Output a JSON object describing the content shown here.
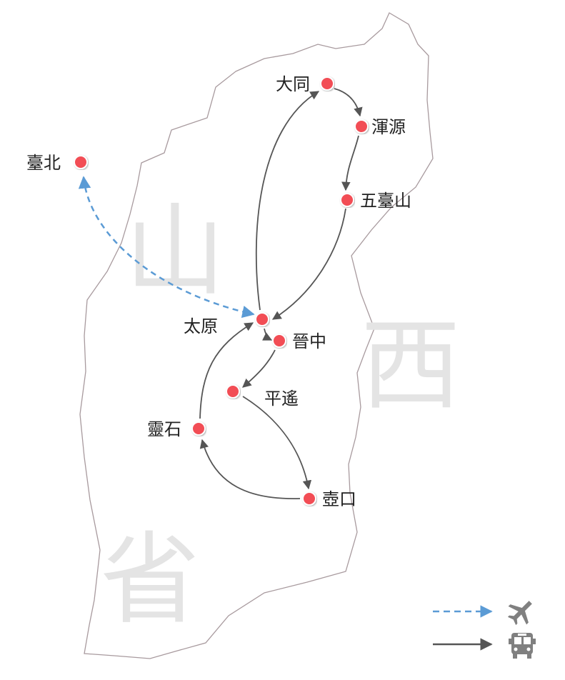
{
  "map": {
    "province_watermark": [
      "山",
      "西",
      "省"
    ],
    "cities": [
      "大同",
      "渾源",
      "五臺山",
      "太原",
      "晉中",
      "平遙",
      "靈石",
      "壺口",
      "臺北"
    ],
    "routes": [
      {
        "from": "臺北",
        "to": "太原",
        "mode": "flight"
      },
      {
        "from": "大同",
        "to": "渾源",
        "mode": "bus"
      },
      {
        "from": "渾源",
        "to": "五臺山",
        "mode": "bus"
      },
      {
        "from": "五臺山",
        "to": "太原",
        "mode": "bus"
      },
      {
        "from": "太原",
        "to": "晉中",
        "mode": "bus"
      },
      {
        "from": "晉中",
        "to": "平遙",
        "mode": "bus"
      },
      {
        "from": "平遙",
        "to": "壺口",
        "mode": "bus"
      },
      {
        "from": "壺口",
        "to": "靈石",
        "mode": "bus"
      },
      {
        "from": "靈石",
        "to": "太原",
        "mode": "bus"
      },
      {
        "from": "太原",
        "to": "大同",
        "mode": "bus"
      }
    ]
  },
  "legend": [
    {
      "mode": "flight",
      "icon": "airplane-icon"
    },
    {
      "mode": "bus",
      "icon": "bus-icon"
    }
  ],
  "colors": {
    "city": "#f24d55",
    "flight": "#5b9bd5",
    "bus": "#555555",
    "watermark": "#e4e4e4",
    "outline": "#a89a9e"
  }
}
